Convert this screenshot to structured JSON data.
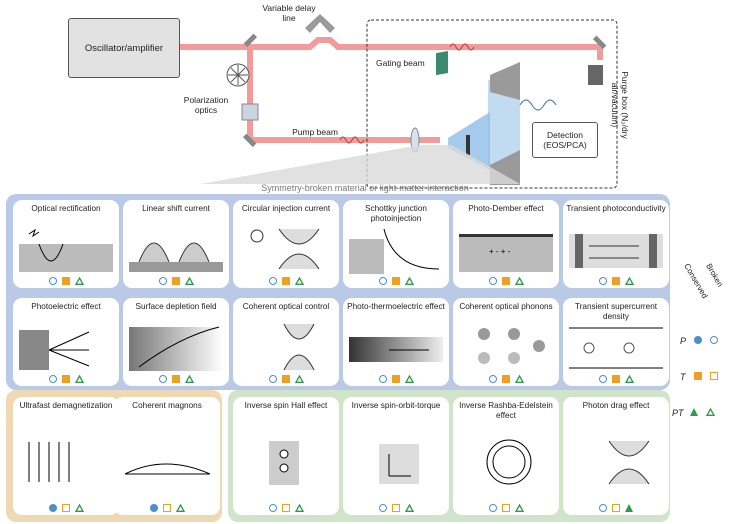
{
  "setup": {
    "oscillator": "Oscillator/amplifier",
    "variable_delay": "Variable delay line",
    "polarization_optics": "Polarization optics",
    "gating_beam": "Gating beam",
    "pump_beam": "Pump beam",
    "detection": "Detection (EOS/PCA)",
    "purge_box": "Purge box (N₂/dry air/vacuum)",
    "caption": "Symmetry-broken material or light-matter interaction"
  },
  "mechanisms": [
    {
      "title": "Optical rectification",
      "P": "broken",
      "T": "conserved",
      "PT": "broken",
      "group": "blue"
    },
    {
      "title": "Linear shift current",
      "P": "broken",
      "T": "conserved",
      "PT": "broken",
      "group": "blue"
    },
    {
      "title": "Circular injection current",
      "P": "broken",
      "T": "conserved",
      "PT": "broken",
      "group": "blue"
    },
    {
      "title": "Schottky junction photoinjection",
      "P": "broken",
      "T": "conserved",
      "PT": "broken",
      "group": "blue"
    },
    {
      "title": "Photo-Dember effect",
      "P": "broken",
      "T": "conserved",
      "PT": "broken",
      "group": "blue"
    },
    {
      "title": "Transient photoconductivity",
      "P": "broken",
      "T": "conserved",
      "PT": "broken",
      "group": "blue"
    },
    {
      "title": "Photoelectric effect",
      "P": "broken",
      "T": "conserved",
      "PT": "broken",
      "group": "blue"
    },
    {
      "title": "Surface depletion field",
      "P": "broken",
      "T": "conserved",
      "PT": "broken",
      "group": "blue"
    },
    {
      "title": "Coherent optical control",
      "P": "broken",
      "T": "conserved",
      "PT": "broken",
      "group": "blue"
    },
    {
      "title": "Photo-thermoelectric effect",
      "P": "broken",
      "T": "conserved",
      "PT": "broken",
      "group": "blue"
    },
    {
      "title": "Coherent optical phonons",
      "P": "broken",
      "T": "conserved",
      "PT": "broken",
      "group": "blue"
    },
    {
      "title": "Transient supercurrent density",
      "P": "broken",
      "T": "conserved",
      "PT": "broken",
      "group": "blue"
    },
    {
      "title": "Ultrafast demagnetization",
      "P": "conserved",
      "T": "broken",
      "PT": "broken",
      "group": "tan"
    },
    {
      "title": "Coherent magnons",
      "P": "conserved",
      "T": "broken",
      "PT": "broken",
      "group": "tan"
    },
    {
      "title": "Inverse spin Hall effect",
      "P": "broken",
      "T": "broken",
      "PT": "broken",
      "group": "green"
    },
    {
      "title": "Inverse spin-orbit-torque",
      "P": "broken",
      "T": "broken",
      "PT": "broken",
      "group": "green"
    },
    {
      "title": "Inverse Rashba-Edelstein effect",
      "P": "broken",
      "T": "broken",
      "PT": "broken",
      "group": "green"
    },
    {
      "title": "Photon drag effect",
      "P": "broken",
      "T": "broken",
      "PT": "conserved",
      "group": "green"
    }
  ],
  "legend": {
    "conserved": "Conserved",
    "broken": "Broken",
    "P": "P",
    "T": "T",
    "PT": "PT"
  },
  "colors": {
    "beam": "#f08080",
    "blue_panel": "#b9c9e6",
    "tan_panel": "#efd9b4",
    "green_panel": "#cfe4c9",
    "P": "#4a90c8",
    "T": "#f0a020",
    "PT": "#2e9a4a"
  }
}
